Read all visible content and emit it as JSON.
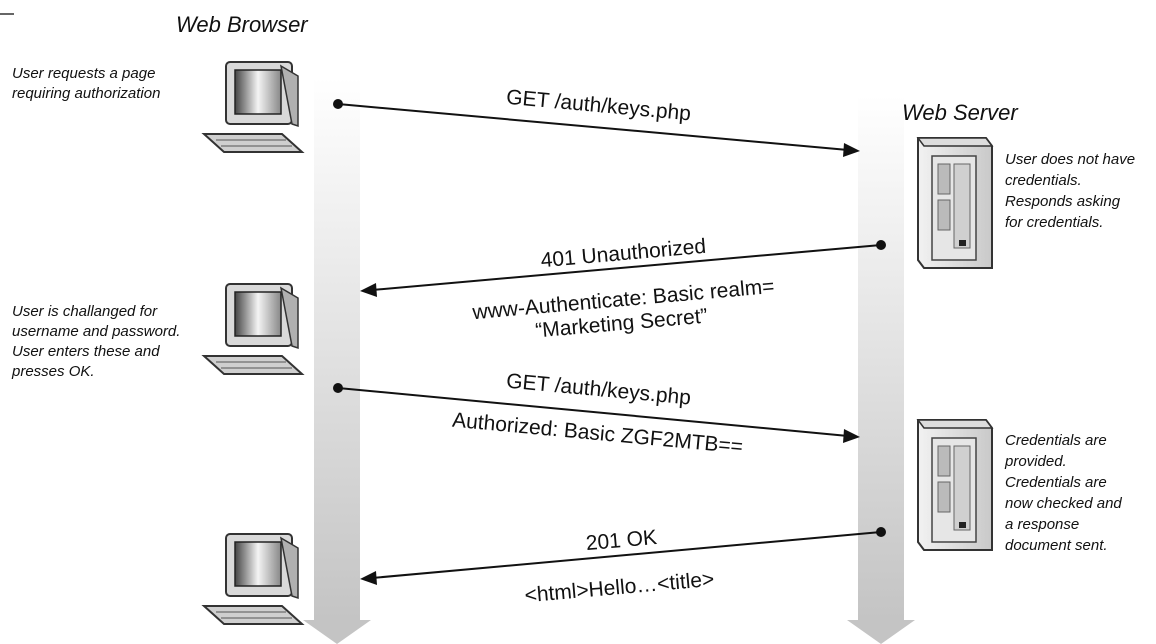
{
  "browser_title": "Web Browser",
  "server_title": "Web Server",
  "notes": {
    "browser_request": [
      "User requests a page",
      "requiring authorization"
    ],
    "server_no_credentials": [
      "User does not have",
      "credentials.",
      "Responds asking",
      "for credentials."
    ],
    "browser_challenged": [
      "User is challanged for",
      "username and password.",
      "User enters these and",
      "presses OK."
    ],
    "server_credentials": [
      "Credentials are",
      "provided.",
      "Credentials are",
      "now checked and",
      "a response",
      "document sent."
    ]
  },
  "messages": [
    {
      "lines": [
        "GET /auth/keys.php"
      ],
      "direction": "to-server"
    },
    {
      "lines": [
        "401 Unauthorized",
        "www-Authenticate: Basic realm=",
        "“Marketing Secret”"
      ],
      "direction": "to-browser"
    },
    {
      "lines": [
        "GET /auth/keys.php",
        "Authorized: Basic ZGF2MTB=="
      ],
      "direction": "to-server"
    },
    {
      "lines": [
        "201 OK",
        "<html>Hello…<title>"
      ],
      "direction": "to-browser"
    }
  ],
  "colors": {
    "lifeline_top": "#ffffff",
    "lifeline_bottom": "#c8c8c8",
    "arrow": "#111111",
    "device_dark": "#555555",
    "device_light": "#e8e8e8"
  }
}
